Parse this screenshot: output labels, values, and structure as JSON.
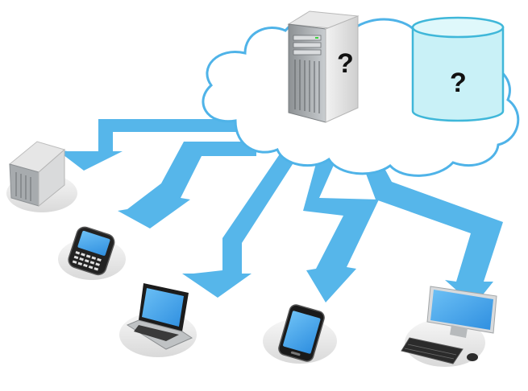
{
  "diagram": {
    "cloud": {
      "server_label": "?",
      "database_label": "?"
    },
    "devices": [
      {
        "name": "tower-server"
      },
      {
        "name": "blackberry-phone"
      },
      {
        "name": "laptop"
      },
      {
        "name": "smartphone"
      },
      {
        "name": "desktop-pc"
      }
    ],
    "colors": {
      "arrow": "#56b6ea",
      "cloud_outline": "#4fb3e8",
      "database_fill": "#c9f1f7",
      "database_stroke": "#3fb7d9",
      "screen": "#4aa8ee",
      "base_disc": "#ececec"
    }
  }
}
